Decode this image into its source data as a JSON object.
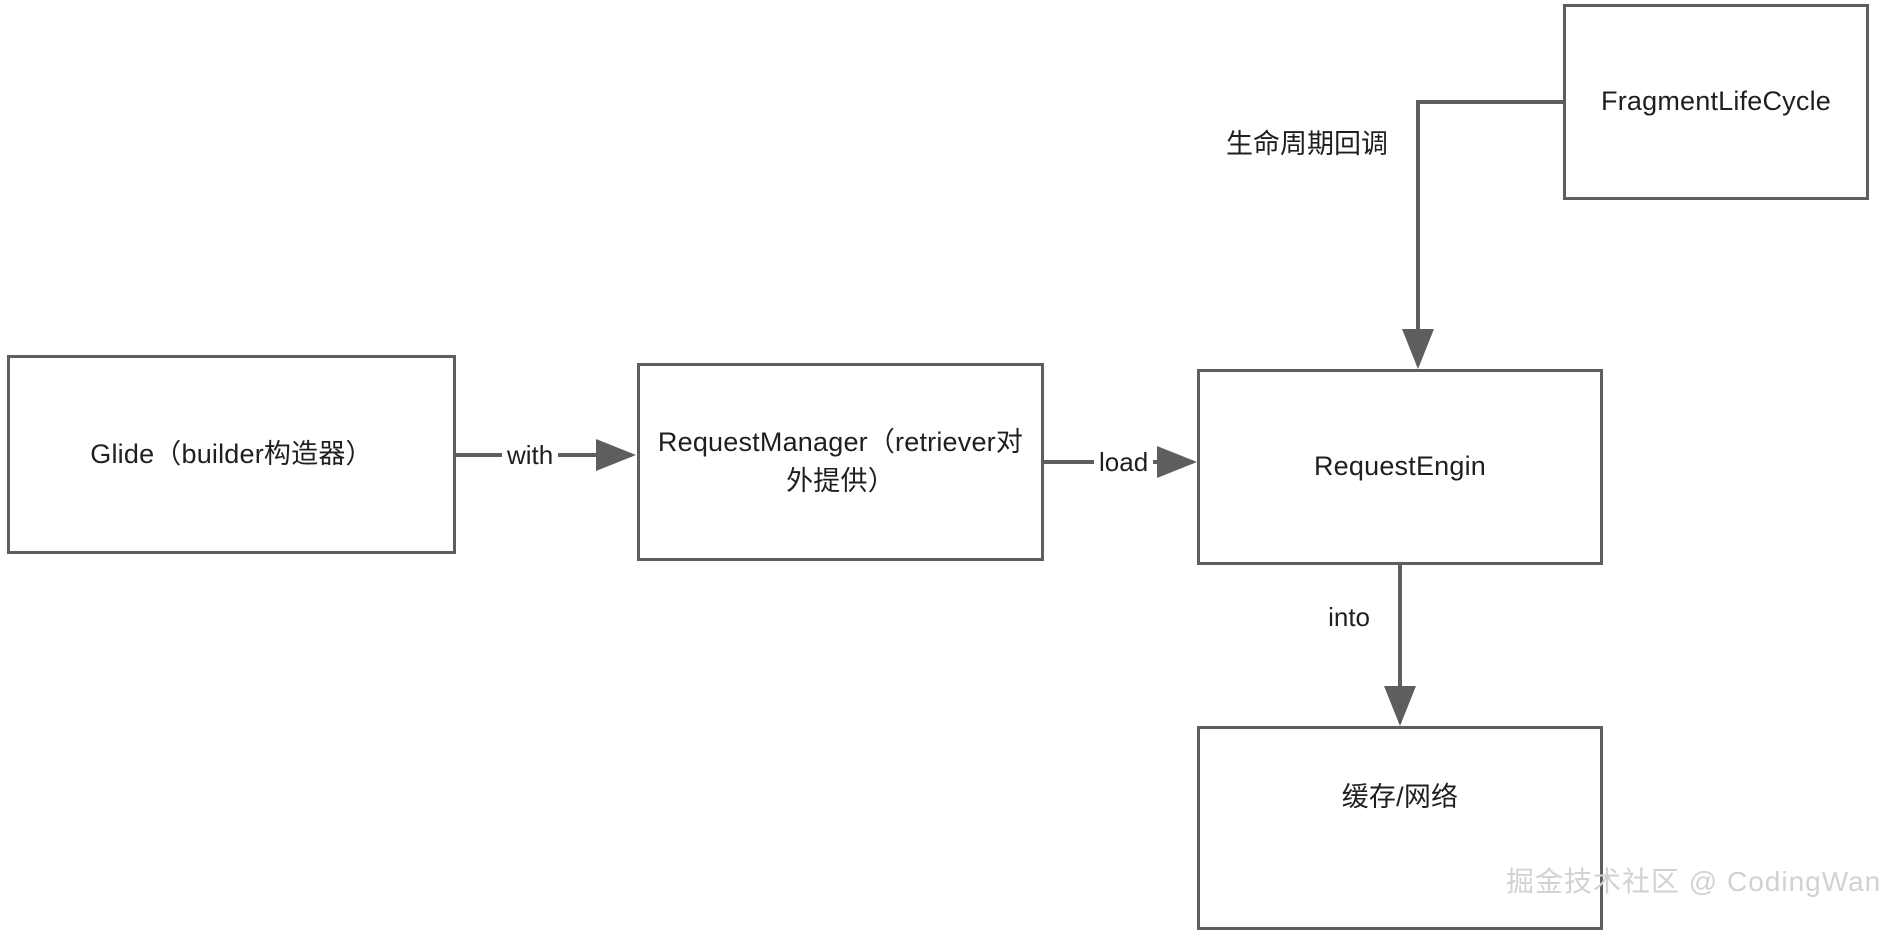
{
  "diagram": {
    "type": "flowchart",
    "background_color": "#ffffff",
    "stroke_color": "#5e5e5e",
    "text_color": "#1f1f1f",
    "nodes": [
      {
        "id": "glide",
        "label": "Glide（builder构造器）"
      },
      {
        "id": "requestmanager",
        "label": "RequestManager（retriever对\n外提供）"
      },
      {
        "id": "requestengin",
        "label": "RequestEngin"
      },
      {
        "id": "cache",
        "label": "缓存/网络"
      },
      {
        "id": "fragmentlifecycle",
        "label": "FragmentLifeCycle"
      }
    ],
    "edges": [
      {
        "id": "glide-to-requestmanager",
        "label": "with",
        "from": "glide",
        "to": "requestmanager"
      },
      {
        "id": "requestmanager-to-requestengin",
        "label": "load",
        "from": "requestmanager",
        "to": "requestengin"
      },
      {
        "id": "requestengin-to-cache",
        "label": "into",
        "from": "requestengin",
        "to": "cache"
      },
      {
        "id": "fragmentlifecycle-to-requestengin",
        "label": "生命周期回调",
        "from": "fragmentlifecycle",
        "to": "requestengin"
      }
    ]
  },
  "watermark": {
    "text": "掘金技术社区 @ CodingWang",
    "color": "#d2d2d2"
  }
}
